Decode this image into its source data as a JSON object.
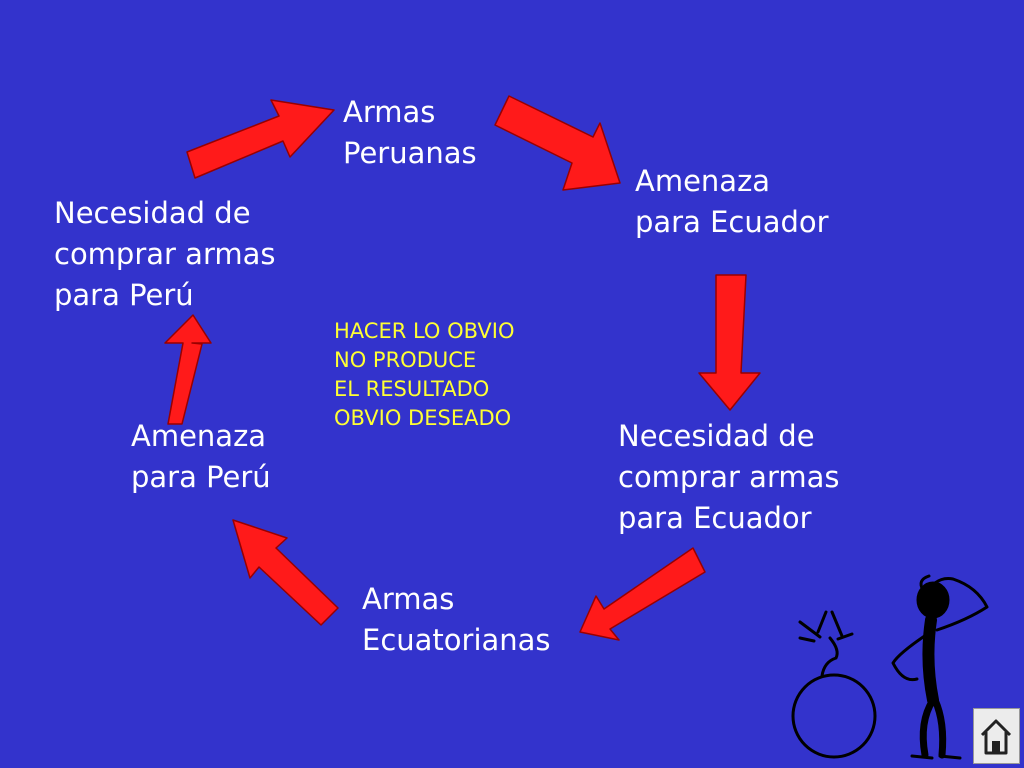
{
  "diagram": {
    "nodes": [
      {
        "id": "armas-peruanas",
        "label": "Armas\nPeruanas"
      },
      {
        "id": "amenaza-ecuador",
        "label": "Amenaza\npara Ecuador"
      },
      {
        "id": "necesidad-ecuador",
        "label": "Necesidad de\ncomprar armas\npara Ecuador"
      },
      {
        "id": "armas-ecuatorianas",
        "label": "Armas\nEcuatorianas"
      },
      {
        "id": "amenaza-peru",
        "label": "Amenaza\npara Perú"
      },
      {
        "id": "necesidad-peru",
        "label": "Necesidad de\ncomprar armas\npara Perú"
      }
    ],
    "center_note": "HACER LO OBVIO\nNO PRODUCE\nEL RESULTADO\nOBVIO DESEADO",
    "colors": {
      "background": "#3333cc",
      "text": "#ffffff",
      "note": "#ffff33",
      "arrow": "#ff1a1a"
    }
  },
  "decor": {
    "bomb_icon": "bomb-icon",
    "figure_icon": "confused-stick-figure-icon",
    "home_icon": "home-icon"
  }
}
